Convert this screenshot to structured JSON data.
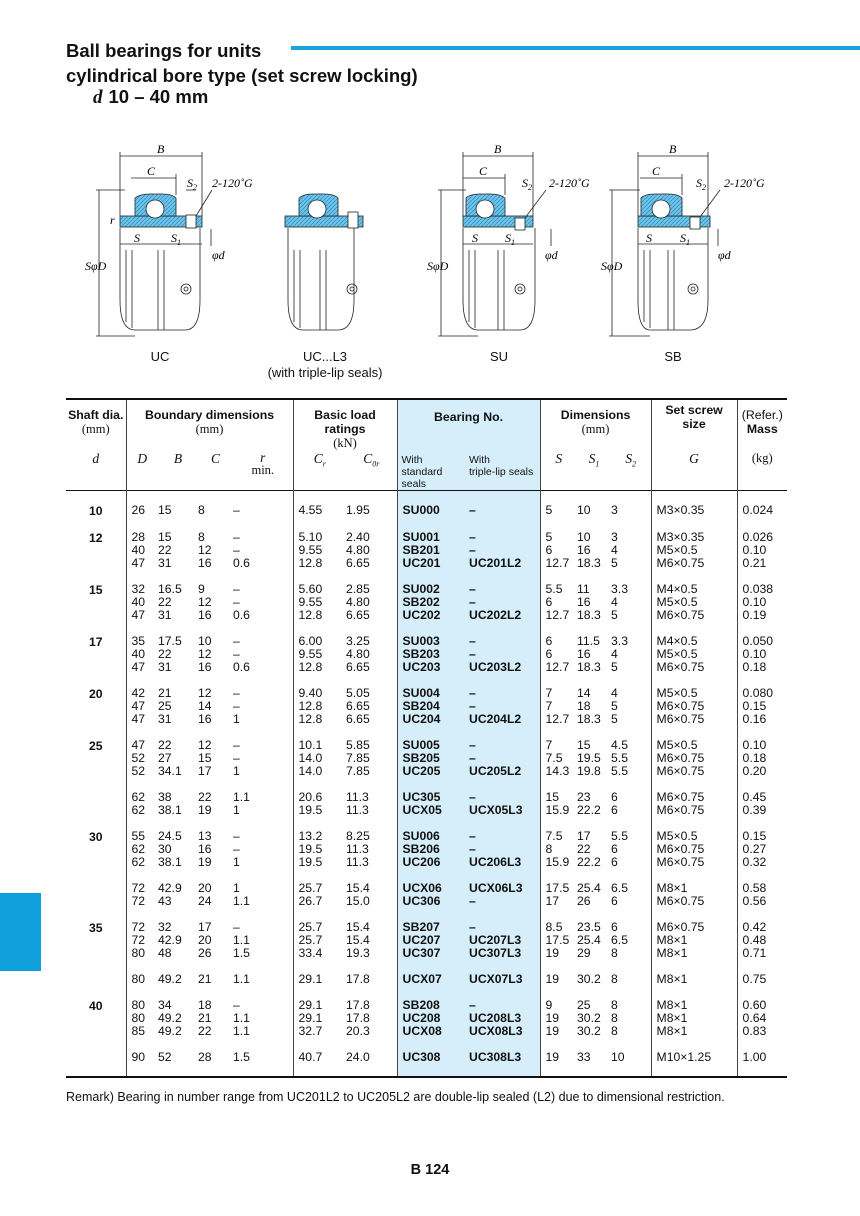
{
  "title": {
    "line1": "Ball bearings for units",
    "line2": "cylindrical bore type (set screw locking)",
    "range_symbol": "d",
    "range": "10 – 40 mm"
  },
  "figures": [
    {
      "caption": "UC",
      "caption2": ""
    },
    {
      "caption": "UC...L3",
      "caption2": "(with triple-lip seals)"
    },
    {
      "caption": "SU",
      "caption2": ""
    },
    {
      "caption": "SB",
      "caption2": ""
    }
  ],
  "figure_labels": {
    "B": "B",
    "C": "C",
    "S2": "S",
    "S2sub": "2",
    "G": "2-120˚G",
    "r": "r",
    "S": "S",
    "S1": "S",
    "S1sub": "1",
    "d": "φd",
    "D": "SφD"
  },
  "table": {
    "headers": {
      "shaft": "Shaft dia.",
      "shaft_unit": "(mm)",
      "shaft_sym": "d",
      "boundary": "Boundary dimensions",
      "boundary_unit": "(mm)",
      "D": "D",
      "B": "B",
      "C": "C",
      "r": "r",
      "r_min": "min.",
      "load": "Basic load ratings",
      "load_unit": "(kN)",
      "Cr": "C",
      "Cr_sub": "r",
      "C0r": "C",
      "C0r_sub": "0r",
      "bearing": "Bearing No.",
      "std1": "With",
      "std2": "standard seals",
      "tri1": "With",
      "tri2": "triple-lip seals",
      "dims": "Dimensions",
      "dims_unit": "(mm)",
      "S": "S",
      "S1": "S",
      "S1_sub": "1",
      "S2": "S",
      "S2_sub": "2",
      "set1": "Set screw",
      "set2": "size",
      "G": "G",
      "mass1": "(Refer.)",
      "mass2": "Mass",
      "mass_unit": "(kg)"
    },
    "groups": [
      {
        "d": "10",
        "rows": [
          {
            "D": "26",
            "B": "15",
            "C": "8",
            "r": "–",
            "Cr": "4.55",
            "C0r": "1.95",
            "std": "SU000",
            "tri": "–",
            "S": "5",
            "S1": "10",
            "S2": "3",
            "G": "M3×0.35",
            "mass": "0.024"
          }
        ]
      },
      {
        "d": "12",
        "rows": [
          {
            "D": "28",
            "B": "15",
            "C": "8",
            "r": "–",
            "Cr": "5.10",
            "C0r": "2.40",
            "std": "SU001",
            "tri": "–",
            "S": "5",
            "S1": "10",
            "S2": "3",
            "G": "M3×0.35",
            "mass": "0.026"
          },
          {
            "D": "40",
            "B": "22",
            "C": "12",
            "r": "–",
            "Cr": "9.55",
            "C0r": "4.80",
            "std": "SB201",
            "tri": "–",
            "S": "6",
            "S1": "16",
            "S2": "4",
            "G": "M5×0.5",
            "mass": "0.10"
          },
          {
            "D": "47",
            "B": "31",
            "C": "16",
            "r": "0.6",
            "Cr": "12.8",
            "C0r": "6.65",
            "std": "UC201",
            "tri": "UC201L2",
            "S": "12.7",
            "S1": "18.3",
            "S2": "5",
            "G": "M6×0.75",
            "mass": "0.21"
          }
        ]
      },
      {
        "d": "15",
        "rows": [
          {
            "D": "32",
            "B": "16.5",
            "C": "9",
            "r": "–",
            "Cr": "5.60",
            "C0r": "2.85",
            "std": "SU002",
            "tri": "–",
            "S": "5.5",
            "S1": "11",
            "S2": "3.3",
            "G": "M4×0.5",
            "mass": "0.038"
          },
          {
            "D": "40",
            "B": "22",
            "C": "12",
            "r": "–",
            "Cr": "9.55",
            "C0r": "4.80",
            "std": "SB202",
            "tri": "–",
            "S": "6",
            "S1": "16",
            "S2": "4",
            "G": "M5×0.5",
            "mass": "0.10"
          },
          {
            "D": "47",
            "B": "31",
            "C": "16",
            "r": "0.6",
            "Cr": "12.8",
            "C0r": "6.65",
            "std": "UC202",
            "tri": "UC202L2",
            "S": "12.7",
            "S1": "18.3",
            "S2": "5",
            "G": "M6×0.75",
            "mass": "0.19"
          }
        ]
      },
      {
        "d": "17",
        "rows": [
          {
            "D": "35",
            "B": "17.5",
            "C": "10",
            "r": "–",
            "Cr": "6.00",
            "C0r": "3.25",
            "std": "SU003",
            "tri": "–",
            "S": "6",
            "S1": "11.5",
            "S2": "3.3",
            "G": "M4×0.5",
            "mass": "0.050"
          },
          {
            "D": "40",
            "B": "22",
            "C": "12",
            "r": "–",
            "Cr": "9.55",
            "C0r": "4.80",
            "std": "SB203",
            "tri": "–",
            "S": "6",
            "S1": "16",
            "S2": "4",
            "G": "M5×0.5",
            "mass": "0.10"
          },
          {
            "D": "47",
            "B": "31",
            "C": "16",
            "r": "0.6",
            "Cr": "12.8",
            "C0r": "6.65",
            "std": "UC203",
            "tri": "UC203L2",
            "S": "12.7",
            "S1": "18.3",
            "S2": "5",
            "G": "M6×0.75",
            "mass": "0.18"
          }
        ]
      },
      {
        "d": "20",
        "rows": [
          {
            "D": "42",
            "B": "21",
            "C": "12",
            "r": "–",
            "Cr": "9.40",
            "C0r": "5.05",
            "std": "SU004",
            "tri": "–",
            "S": "7",
            "S1": "14",
            "S2": "4",
            "G": "M5×0.5",
            "mass": "0.080"
          },
          {
            "D": "47",
            "B": "25",
            "C": "14",
            "r": "–",
            "Cr": "12.8",
            "C0r": "6.65",
            "std": "SB204",
            "tri": "–",
            "S": "7",
            "S1": "18",
            "S2": "5",
            "G": "M6×0.75",
            "mass": "0.15"
          },
          {
            "D": "47",
            "B": "31",
            "C": "16",
            "r": "1",
            "Cr": "12.8",
            "C0r": "6.65",
            "std": "UC204",
            "tri": "UC204L2",
            "S": "12.7",
            "S1": "18.3",
            "S2": "5",
            "G": "M6×0.75",
            "mass": "0.16"
          }
        ]
      },
      {
        "d": "25",
        "rows": [
          {
            "D": "47",
            "B": "22",
            "C": "12",
            "r": "–",
            "Cr": "10.1",
            "C0r": "5.85",
            "std": "SU005",
            "tri": "–",
            "S": "7",
            "S1": "15",
            "S2": "4.5",
            "G": "M5×0.5",
            "mass": "0.10"
          },
          {
            "D": "52",
            "B": "27",
            "C": "15",
            "r": "–",
            "Cr": "14.0",
            "C0r": "7.85",
            "std": "SB205",
            "tri": "–",
            "S": "7.5",
            "S1": "19.5",
            "S2": "5.5",
            "G": "M6×0.75",
            "mass": "0.18"
          },
          {
            "D": "52",
            "B": "34.1",
            "C": "17",
            "r": "1",
            "Cr": "14.0",
            "C0r": "7.85",
            "std": "UC205",
            "tri": "UC205L2",
            "S": "14.3",
            "S1": "19.8",
            "S2": "5.5",
            "G": "M6×0.75",
            "mass": "0.20"
          }
        ]
      },
      {
        "d": "",
        "rows": [
          {
            "D": "62",
            "B": "38",
            "C": "22",
            "r": "1.1",
            "Cr": "20.6",
            "C0r": "11.3",
            "std": "UC305",
            "tri": "–",
            "S": "15",
            "S1": "23",
            "S2": "6",
            "G": "M6×0.75",
            "mass": "0.45"
          },
          {
            "D": "62",
            "B": "38.1",
            "C": "19",
            "r": "1",
            "Cr": "19.5",
            "C0r": "11.3",
            "std": "UCX05",
            "tri": "UCX05L3",
            "S": "15.9",
            "S1": "22.2",
            "S2": "6",
            "G": "M6×0.75",
            "mass": "0.39"
          }
        ]
      },
      {
        "d": "30",
        "rows": [
          {
            "D": "55",
            "B": "24.5",
            "C": "13",
            "r": "–",
            "Cr": "13.2",
            "C0r": "8.25",
            "std": "SU006",
            "tri": "–",
            "S": "7.5",
            "S1": "17",
            "S2": "5.5",
            "G": "M5×0.5",
            "mass": "0.15"
          },
          {
            "D": "62",
            "B": "30",
            "C": "16",
            "r": "–",
            "Cr": "19.5",
            "C0r": "11.3",
            "std": "SB206",
            "tri": "–",
            "S": "8",
            "S1": "22",
            "S2": "6",
            "G": "M6×0.75",
            "mass": "0.27"
          },
          {
            "D": "62",
            "B": "38.1",
            "C": "19",
            "r": "1",
            "Cr": "19.5",
            "C0r": "11.3",
            "std": "UC206",
            "tri": "UC206L3",
            "S": "15.9",
            "S1": "22.2",
            "S2": "6",
            "G": "M6×0.75",
            "mass": "0.32"
          }
        ]
      },
      {
        "d": "",
        "rows": [
          {
            "D": "72",
            "B": "42.9",
            "C": "20",
            "r": "1",
            "Cr": "25.7",
            "C0r": "15.4",
            "std": "UCX06",
            "tri": "UCX06L3",
            "S": "17.5",
            "S1": "25.4",
            "S2": "6.5",
            "G": "M8×1",
            "mass": "0.58"
          },
          {
            "D": "72",
            "B": "43",
            "C": "24",
            "r": "1.1",
            "Cr": "26.7",
            "C0r": "15.0",
            "std": "UC306",
            "tri": "–",
            "S": "17",
            "S1": "26",
            "S2": "6",
            "G": "M6×0.75",
            "mass": "0.56"
          }
        ]
      },
      {
        "d": "35",
        "rows": [
          {
            "D": "72",
            "B": "32",
            "C": "17",
            "r": "–",
            "Cr": "25.7",
            "C0r": "15.4",
            "std": "SB207",
            "tri": "–",
            "S": "8.5",
            "S1": "23.5",
            "S2": "6",
            "G": "M6×0.75",
            "mass": "0.42"
          },
          {
            "D": "72",
            "B": "42.9",
            "C": "20",
            "r": "1.1",
            "Cr": "25.7",
            "C0r": "15.4",
            "std": "UC207",
            "tri": "UC207L3",
            "S": "17.5",
            "S1": "25.4",
            "S2": "6.5",
            "G": "M8×1",
            "mass": "0.48"
          },
          {
            "D": "80",
            "B": "48",
            "C": "26",
            "r": "1.5",
            "Cr": "33.4",
            "C0r": "19.3",
            "std": "UC307",
            "tri": "UC307L3",
            "S": "19",
            "S1": "29",
            "S2": "8",
            "G": "M8×1",
            "mass": "0.71"
          }
        ]
      },
      {
        "d": "",
        "rows": [
          {
            "D": "80",
            "B": "49.2",
            "C": "21",
            "r": "1.1",
            "Cr": "29.1",
            "C0r": "17.8",
            "std": "UCX07",
            "tri": "UCX07L3",
            "S": "19",
            "S1": "30.2",
            "S2": "8",
            "G": "M8×1",
            "mass": "0.75"
          }
        ]
      },
      {
        "d": "40",
        "rows": [
          {
            "D": "80",
            "B": "34",
            "C": "18",
            "r": "–",
            "Cr": "29.1",
            "C0r": "17.8",
            "std": "SB208",
            "tri": "–",
            "S": "9",
            "S1": "25",
            "S2": "8",
            "G": "M8×1",
            "mass": "0.60"
          },
          {
            "D": "80",
            "B": "49.2",
            "C": "21",
            "r": "1.1",
            "Cr": "29.1",
            "C0r": "17.8",
            "std": "UC208",
            "tri": "UC208L3",
            "S": "19",
            "S1": "30.2",
            "S2": "8",
            "G": "M8×1",
            "mass": "0.64"
          },
          {
            "D": "85",
            "B": "49.2",
            "C": "22",
            "r": "1.1",
            "Cr": "32.7",
            "C0r": "20.3",
            "std": "UCX08",
            "tri": "UCX08L3",
            "S": "19",
            "S1": "30.2",
            "S2": "8",
            "G": "M8×1",
            "mass": "0.83"
          }
        ]
      },
      {
        "d": "",
        "rows": [
          {
            "D": "90",
            "B": "52",
            "C": "28",
            "r": "1.5",
            "Cr": "40.7",
            "C0r": "24.0",
            "std": "UC308",
            "tri": "UC308L3",
            "S": "19",
            "S1": "33",
            "S2": "10",
            "G": "M10×1.25",
            "mass": "1.00"
          }
        ]
      }
    ]
  },
  "remark": "Remark)  Bearing in number range from UC201L2 to UC205L2 are double-lip sealed (L2) due to dimensional restriction.",
  "page_number": "B 124",
  "colors": {
    "accent": "#15a3dc",
    "highlight": "#d6eef9",
    "side_tab": "#0f9fdb"
  }
}
